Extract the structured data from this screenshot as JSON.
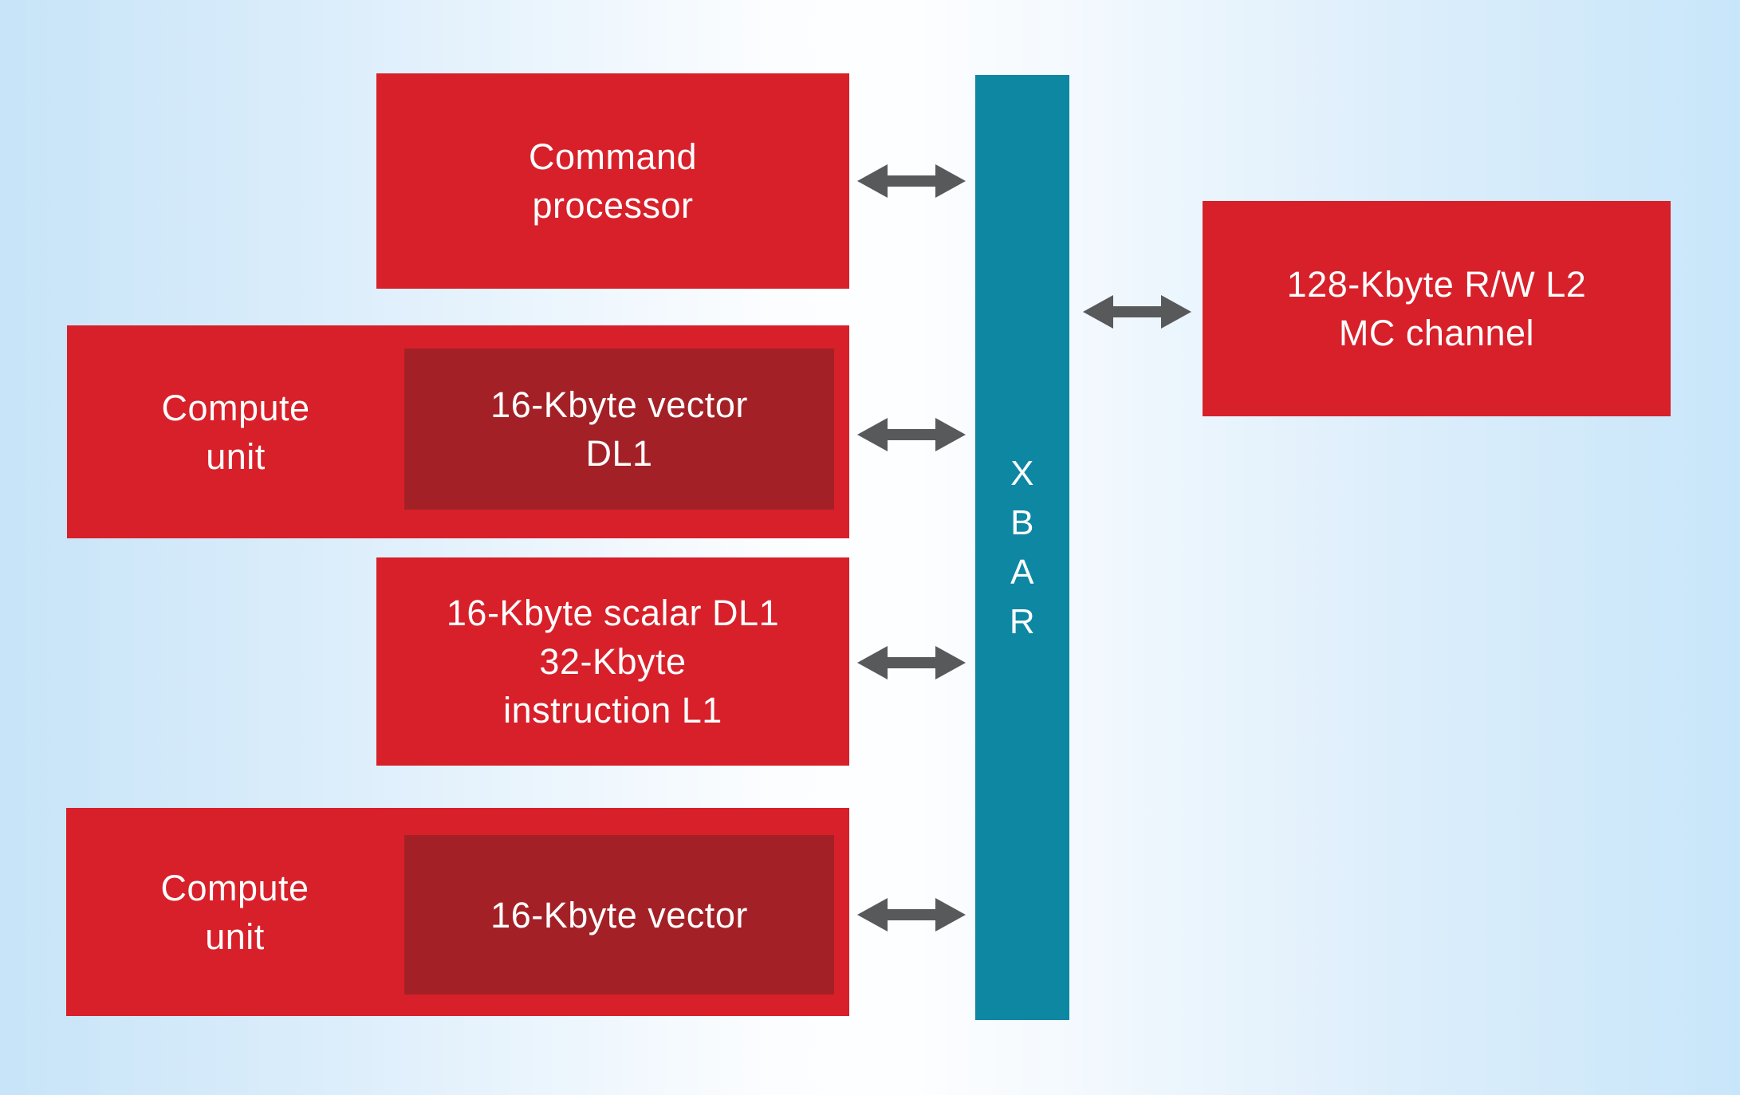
{
  "colors": {
    "box_red": "#d8202a",
    "box_dark_red": "#a32126",
    "xbar_teal": "#0e87a3",
    "arrow_gray": "#58595b",
    "label_white": "#ffffff",
    "bg_edge_left": "#c7e4f8",
    "bg_center": "#fdfeff",
    "bg_edge_right": "#c8e6fa"
  },
  "icons": {
    "bidirectional_arrow": "double-headed-horizontal-arrow"
  },
  "diagram": {
    "command_processor": {
      "label": "Command\nprocessor"
    },
    "compute_unit_top": {
      "label": "Compute\nunit",
      "vector_dl1": {
        "label": "16-Kbyte vector\nDL1"
      }
    },
    "scalar_cache": {
      "label": "16-Kbyte scalar DL1\n32-Kbyte\ninstruction L1"
    },
    "compute_unit_bottom": {
      "label": "Compute\nunit",
      "vector_cache": {
        "label": "16-Kbyte vector"
      }
    },
    "xbar": {
      "label": "X\nB\nA\nR"
    },
    "l2_channel": {
      "label": "128-Kbyte R/W L2\nMC channel"
    }
  }
}
